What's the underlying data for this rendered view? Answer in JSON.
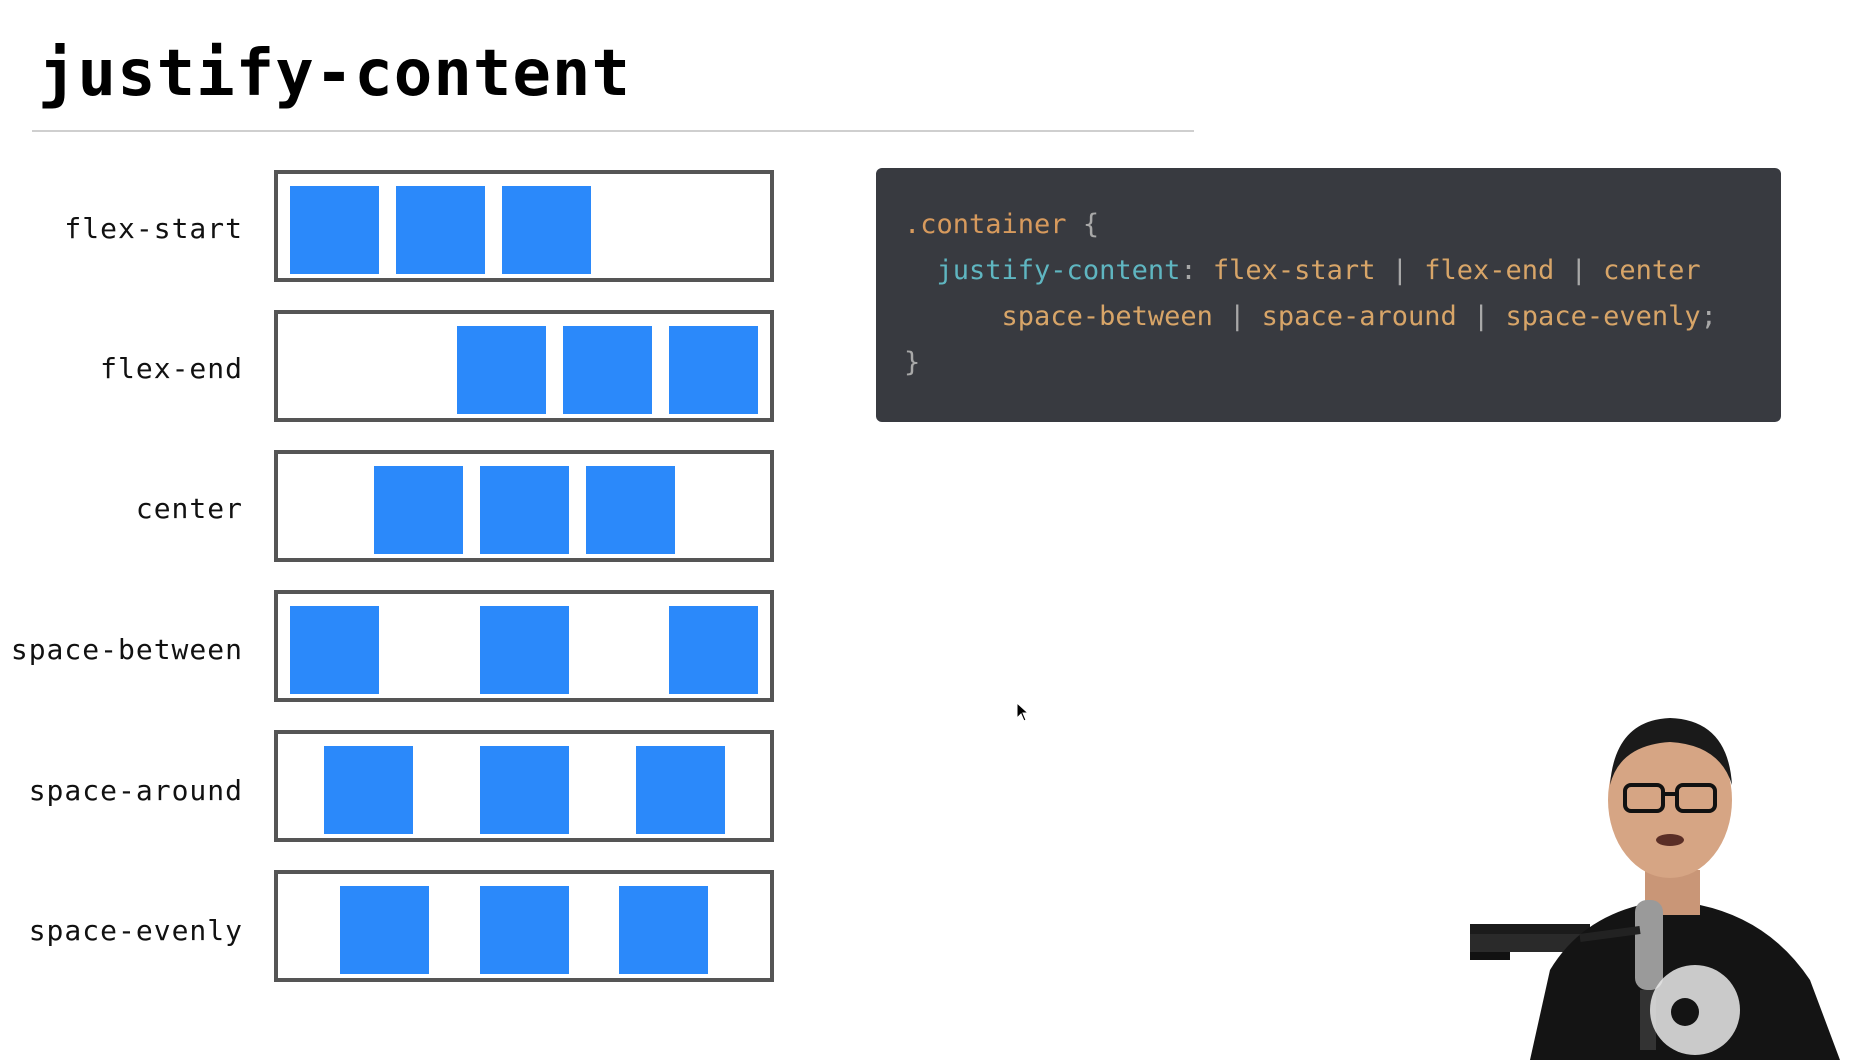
{
  "slide": {
    "title": "justify-content"
  },
  "rows": [
    {
      "label": "flex-start",
      "mode": "flex-start"
    },
    {
      "label": "flex-end",
      "mode": "flex-end"
    },
    {
      "label": "center",
      "mode": "center"
    },
    {
      "label": "space-between",
      "mode": "space-between"
    },
    {
      "label": "space-around",
      "mode": "space-around"
    },
    {
      "label": "space-evenly",
      "mode": "space-evenly"
    }
  ],
  "code": {
    "selector": ".container",
    "open_brace": "{",
    "property": "justify-content",
    "colon": ":",
    "values_line1": [
      "flex-start",
      "flex-end",
      "center"
    ],
    "values_line2": [
      "space-between",
      "space-around",
      "space-evenly"
    ],
    "separator": "|",
    "semicolon": ";",
    "close_brace": "}"
  },
  "colors": {
    "box_fill": "#2b89fa",
    "box_border": "#555555",
    "code_background": "#383a40",
    "code_property": "#5fb6c1",
    "code_value": "#d8a568"
  }
}
